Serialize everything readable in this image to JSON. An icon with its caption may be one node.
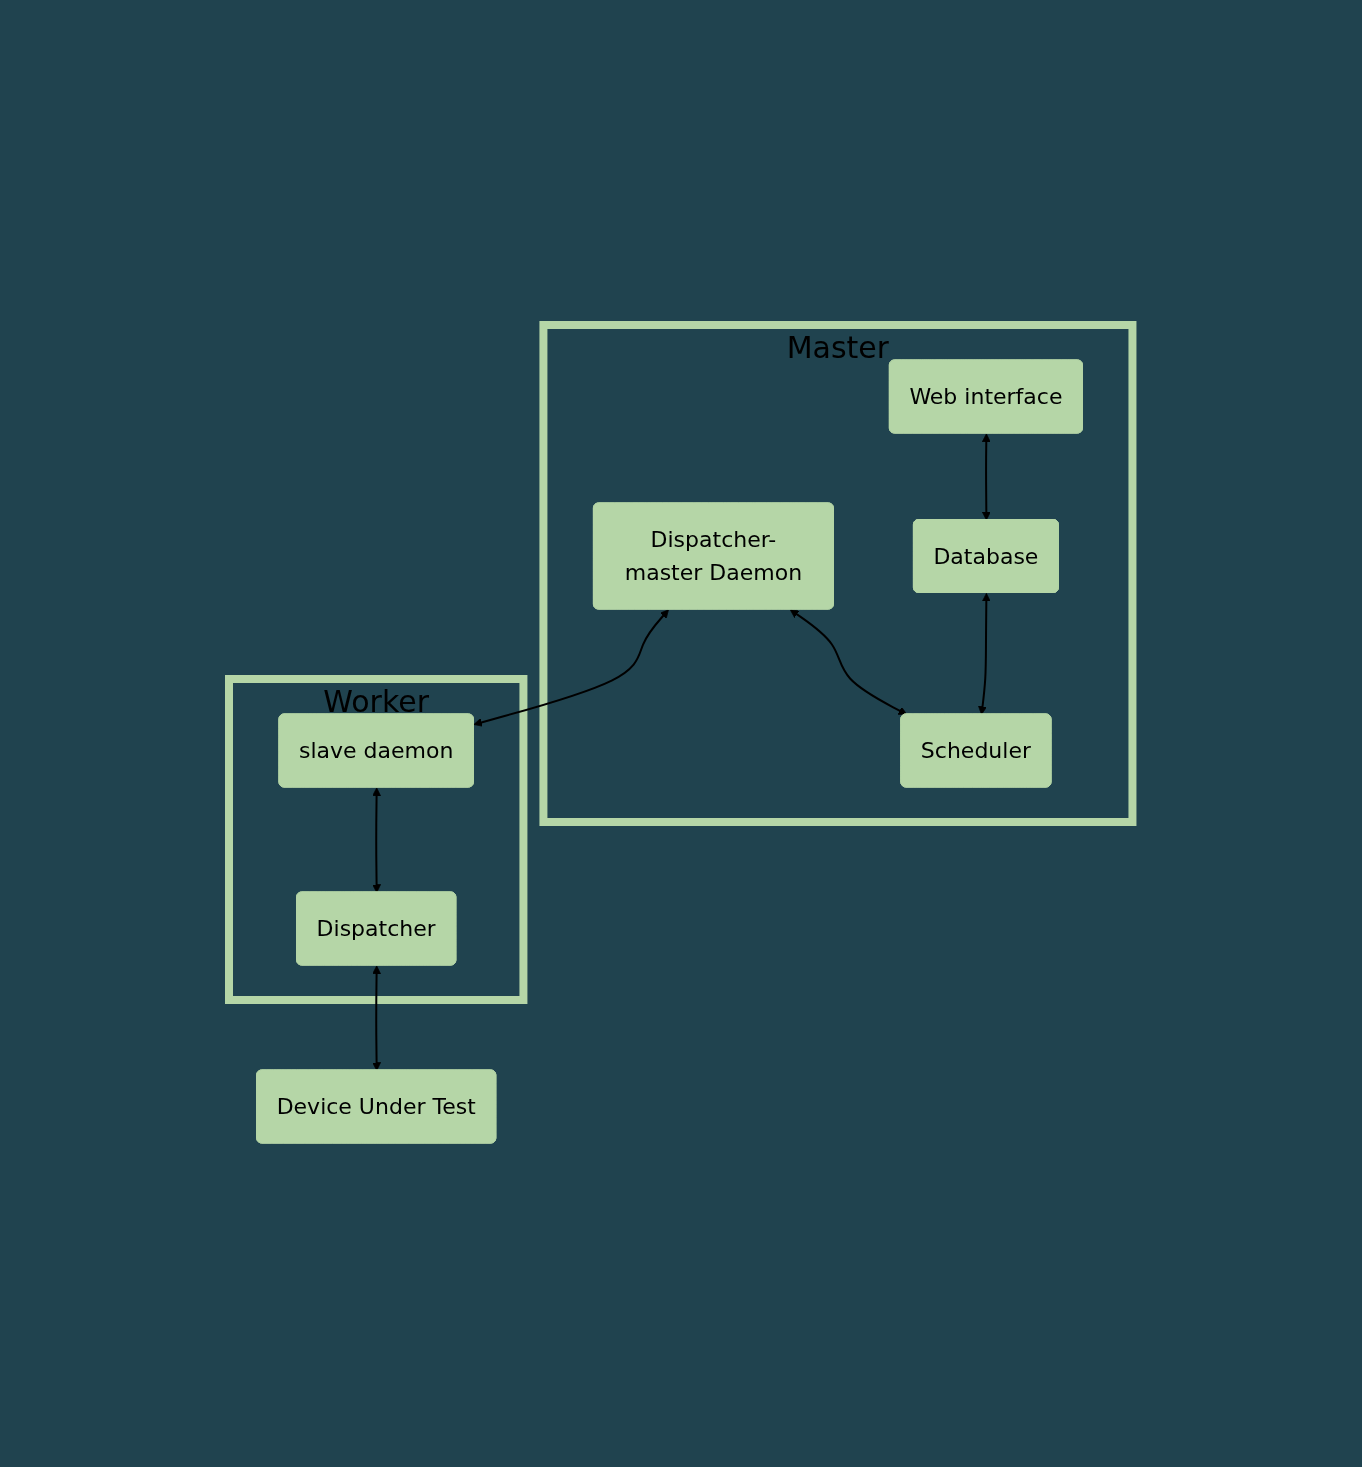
{
  "diagram": {
    "nodes": [
      {
        "text": [
          "Master"
        ]
      },
      {
        "text": [
          "Web interface"
        ],
        "in": 0
      },
      {
        "text": [
          "Database"
        ],
        "in": 0
      },
      {
        "text": [
          "Dispatcher-master Daemon"
        ],
        "in": 0
      },
      {
        "text": [
          "Scheduler"
        ],
        "in": 0
      },
      {
        "text": [
          "Worker"
        ]
      },
      {
        "text": [
          "slave daemon"
        ],
        "in": 5
      },
      {
        "text": [
          "Dispatcher"
        ],
        "in": 5
      },
      {
        "text": [
          "Device Under Test"
        ]
      }
    ],
    "edges": [
      {
        "from": 1,
        "to": 2,
        "arrow": "both"
      },
      {
        "from": 2,
        "to": 4,
        "arrow": "both"
      },
      {
        "from": 3,
        "to": 4,
        "arrow": "both"
      },
      {
        "from": 3,
        "to": 6,
        "arrow": "both"
      },
      {
        "from": 6,
        "to": 7,
        "arrow": "both"
      },
      {
        "from": 7,
        "to": 8,
        "arrow": "both"
      }
    ]
  }
}
